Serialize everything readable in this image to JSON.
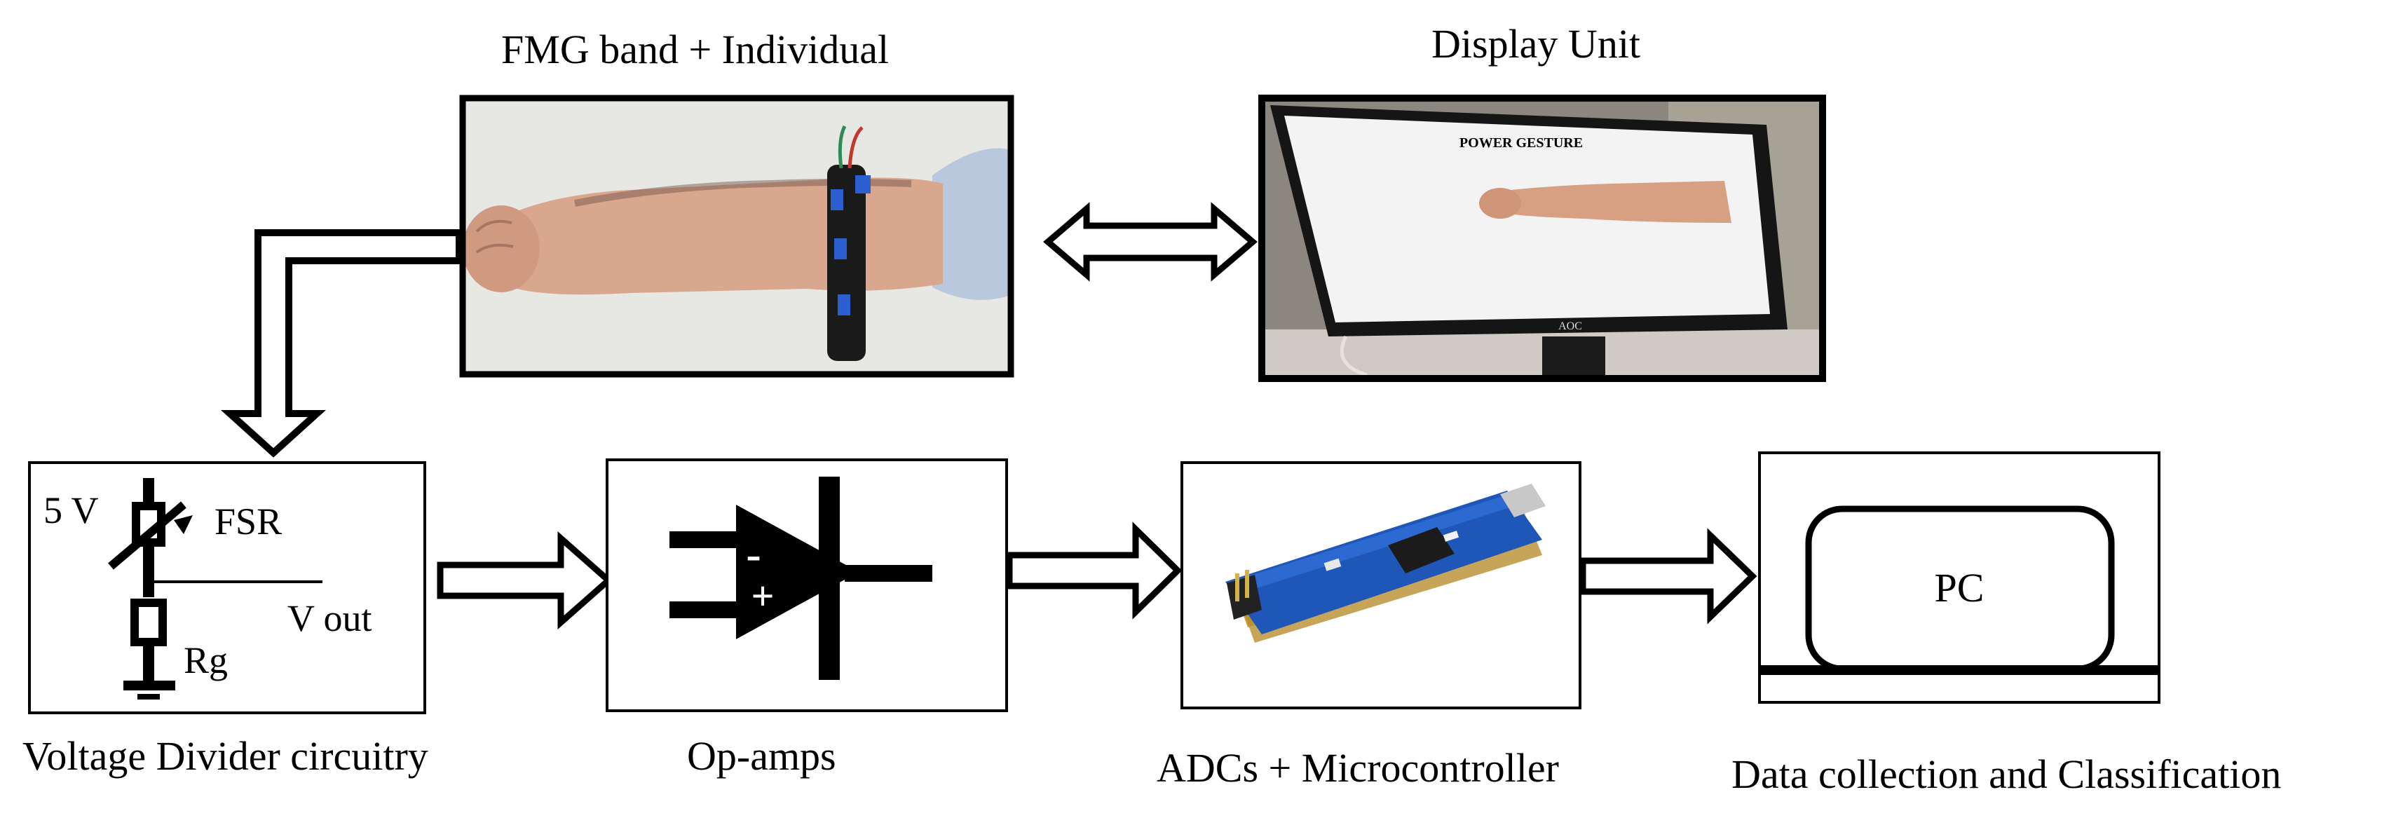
{
  "labels": {
    "fmg_band": "FMG band + Individual",
    "display_unit": "Display Unit",
    "voltage_divider": "Voltage Divider circuitry",
    "op_amps": "Op-amps",
    "adc_micro": "ADCs + Microcontroller",
    "data_collection": "Data collection and Classification"
  },
  "circuit": {
    "supply": "5 V",
    "sensor": "FSR",
    "output": "V out",
    "resistor": "Rg"
  },
  "opamp_signs": {
    "minus": "-",
    "plus": "+"
  },
  "pc_label": "PC",
  "screen_text": "POWER GESTURE",
  "monitor_brand": "AOC",
  "colors": {
    "board": "#1f57b8",
    "chip": "#1b1b1b",
    "photo_wall": "#e7e7e4",
    "skin": "#d9a78d",
    "sleeve": "#b9c8dc"
  }
}
